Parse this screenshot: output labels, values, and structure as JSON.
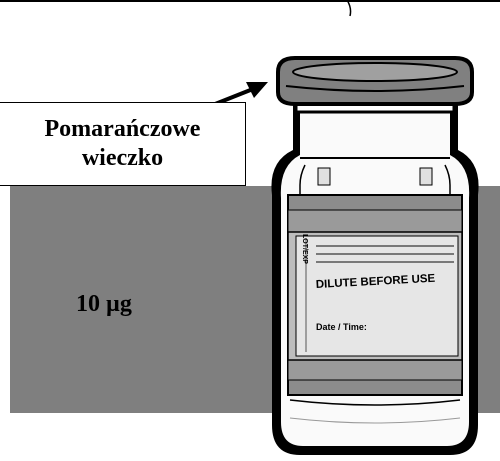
{
  "callout": {
    "line1": "Pomarańczowe",
    "line2": "wieczko"
  },
  "dose": "10 µg",
  "vial_label": {
    "side_text": "LOT/EXP",
    "main_text": "DILUTE BEFORE USE",
    "date_text": "Date / Time:"
  },
  "colors": {
    "band": "#7f7f7f",
    "cap": "#808080",
    "label": "#8c8c8c",
    "outline": "#000000"
  }
}
